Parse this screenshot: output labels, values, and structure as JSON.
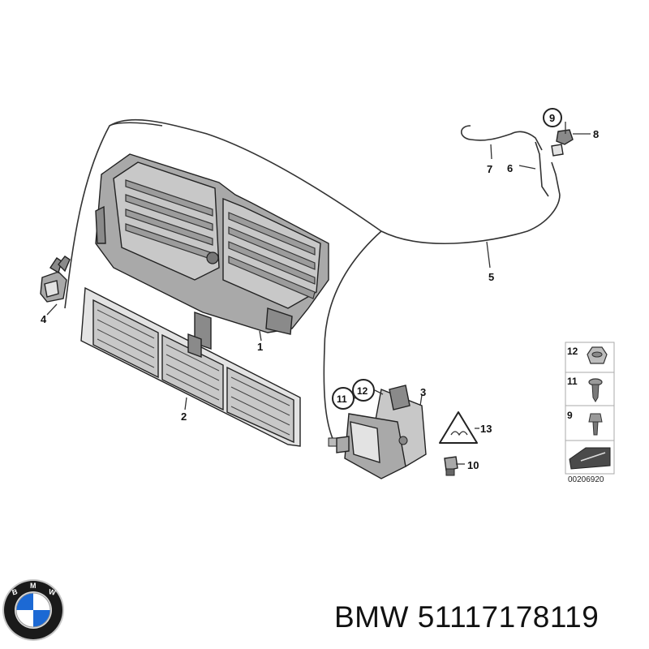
{
  "callouts": {
    "c1": "1",
    "c2": "2",
    "c3": "3",
    "c4": "4",
    "c5": "5",
    "c6": "6",
    "c7": "7",
    "c8": "8",
    "c9_top": "9",
    "c10": "10",
    "c11_circ": "11",
    "c12_circ": "12",
    "c13": "13"
  },
  "legend": {
    "row12": "12",
    "row11": "11",
    "row9": "9",
    "doc_number": "00206920"
  },
  "logo": {
    "brand_ring_text": "BMW",
    "colors": {
      "ring": "#1a1a1a",
      "blue": "#1c69d4",
      "white": "#ffffff",
      "silver": "#c7c7c7"
    }
  },
  "caption": {
    "brand": "BMW",
    "part_number": "51117178119"
  }
}
